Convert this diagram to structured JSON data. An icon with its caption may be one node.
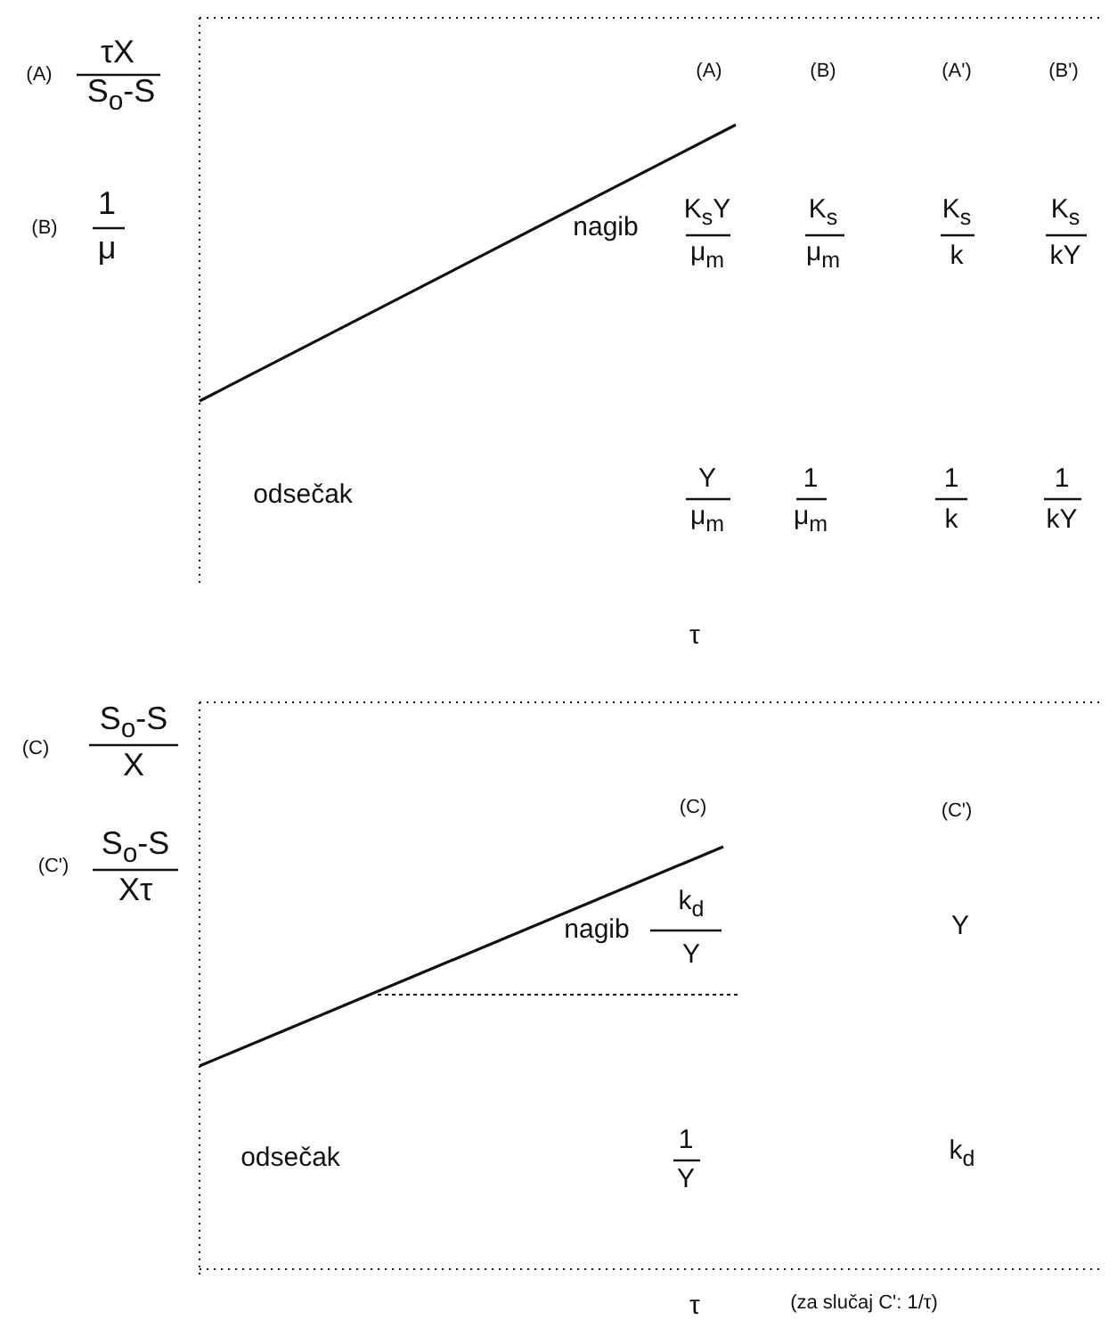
{
  "diagram": {
    "labels": [
      "(A)",
      "τX",
      "S$_{o}$-S",
      "(A)",
      "(B)",
      "(A')",
      "(B')",
      "(B)",
      "1",
      "μ",
      "nagib",
      "K$_{s}$Y",
      "μ$_{m}$",
      "K$_{s}$",
      "μ$_{m}$",
      "K$_{s}$",
      "k",
      "K$_{s}$",
      "kY",
      "odsečak",
      "Y",
      "μ$_{m}$",
      "1",
      "μ$_{m}$",
      "1",
      "k",
      "1",
      "kY",
      "τ",
      "(C)",
      "S$_{o}$-S",
      "X",
      "(C)",
      "(C')",
      "(C')",
      "S$_{o}$-S",
      "Xτ",
      "nagib",
      "k$_{d}$",
      "Y",
      "Y",
      "odsečak",
      "1",
      "Y",
      "k$_{d}$",
      "τ",
      "(za slučaj C': 1/τ)"
    ]
  }
}
